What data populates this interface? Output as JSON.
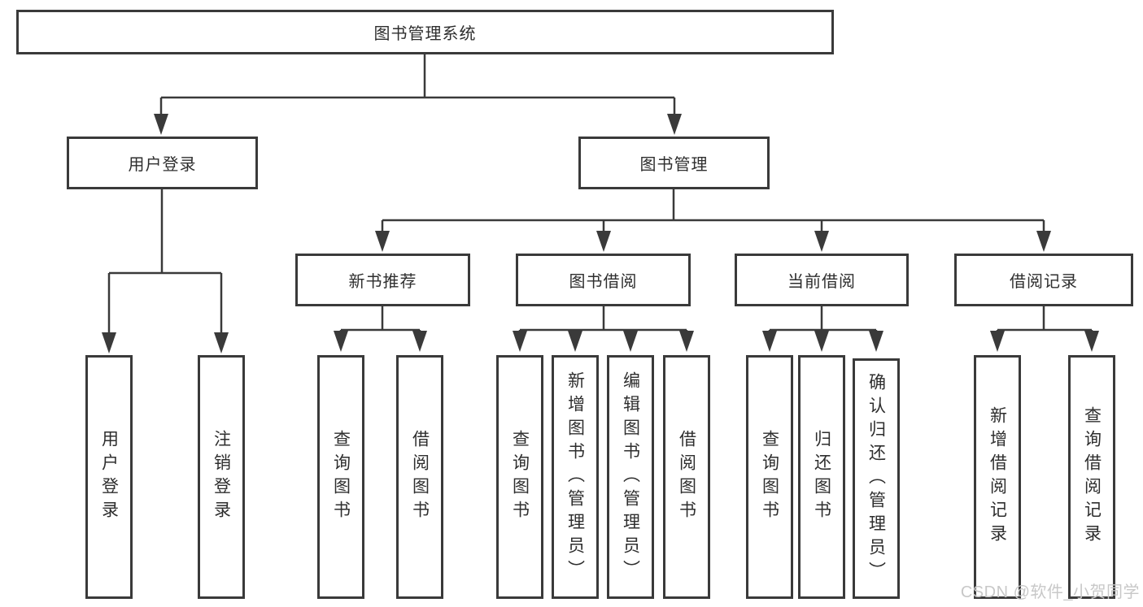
{
  "tree": {
    "label": "图书管理系统",
    "children": [
      {
        "label": "用户登录",
        "children": [
          {
            "label": "用户登录"
          },
          {
            "label": "注销登录"
          }
        ]
      },
      {
        "label": "图书管理",
        "children": [
          {
            "label": "新书推荐",
            "children": [
              {
                "label": "查询图书"
              },
              {
                "label": "借阅图书"
              }
            ]
          },
          {
            "label": "图书借阅",
            "children": [
              {
                "label": "查询图书"
              },
              {
                "label": "新增图书（管理员）"
              },
              {
                "label": "编辑图书（管理员）"
              },
              {
                "label": "借阅图书"
              }
            ]
          },
          {
            "label": "当前借阅",
            "children": [
              {
                "label": "查询图书"
              },
              {
                "label": "归还图书"
              },
              {
                "label": "确认归还（管理员）"
              }
            ]
          },
          {
            "label": "借阅记录",
            "children": [
              {
                "label": "新增借阅记录"
              },
              {
                "label": "查询借阅记录"
              }
            ]
          }
        ]
      }
    ]
  },
  "colors": {
    "line": "#3a3a3a",
    "box_border": "#3a3a3a",
    "text": "#2e2e2e",
    "background": "#ffffff",
    "watermark": "#c8c8c8"
  },
  "watermark": {
    "text": "CSDN @软件_小贺同学"
  }
}
